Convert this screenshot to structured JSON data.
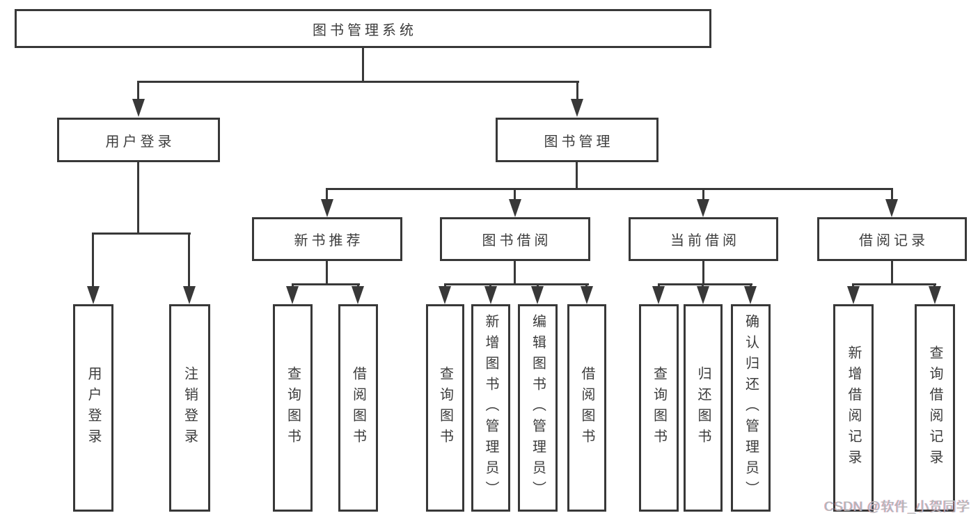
{
  "diagram": {
    "root": "图书管理系统",
    "level2": [
      "用户登录",
      "图书管理"
    ],
    "level3": [
      "新书推荐",
      "图书借阅",
      "当前借阅",
      "借阅记录"
    ],
    "groups": [
      {
        "parent": "用户登录",
        "children": [
          "用户登录",
          "注销登录"
        ]
      },
      {
        "parent": "新书推荐",
        "children": [
          "查询图书",
          "借阅图书"
        ]
      },
      {
        "parent": "图书借阅",
        "children": [
          "查询图书",
          "新增图书（管理员）",
          "编辑图书（管理员）",
          "借阅图书"
        ]
      },
      {
        "parent": "当前借阅",
        "children": [
          "查询图书",
          "归还图书",
          "确认归还（管理员）"
        ]
      },
      {
        "parent": "借阅记录",
        "children": [
          "新增借阅记录",
          "查询借阅记录"
        ]
      }
    ],
    "watermark": "CSDN @软件_小贺同学",
    "colors": {
      "line": "#383838",
      "text": "#3c3c3c",
      "watermark": "#b5b5b5",
      "background": "#ffffff"
    }
  }
}
